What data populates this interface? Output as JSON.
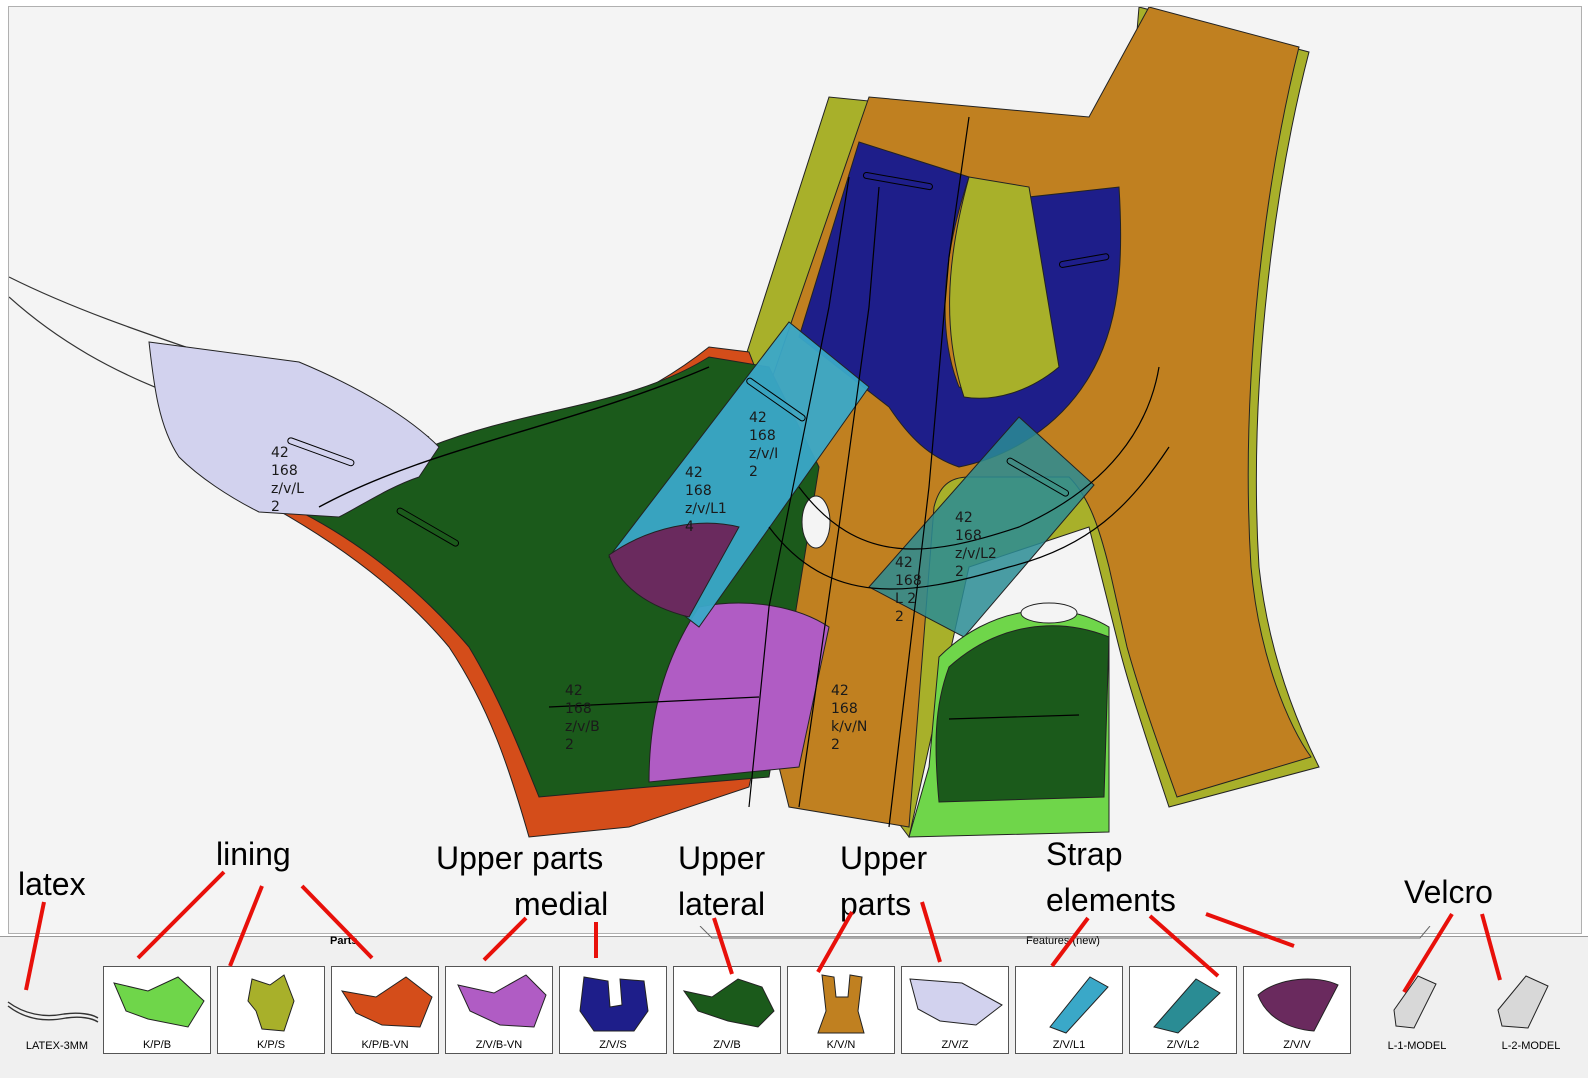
{
  "annotations": {
    "latex": "latex",
    "lining": "lining",
    "upper_parts_medial_1": "Upper parts",
    "upper_parts_medial_2": "medial",
    "upper_lateral_1": "Upper",
    "upper_lateral_2": "lateral",
    "upper_parts_1": "Upper",
    "upper_parts_2": "parts",
    "strap_1": "Strap",
    "strap_2": "elements",
    "velcro": "Velcro"
  },
  "tabs": {
    "parts": "Parts",
    "features": "Features (new)"
  },
  "parts": [
    {
      "label": "LATEX-3MM",
      "color": "#ffffff"
    },
    {
      "label": "K/P/B",
      "color": "#6fd64a"
    },
    {
      "label": "K/P/S",
      "color": "#a8b02a"
    },
    {
      "label": "K/P/B-VN",
      "color": "#d44d1a"
    },
    {
      "label": "Z/V/B-VN",
      "color": "#b05cc4"
    },
    {
      "label": "Z/V/S",
      "color": "#1e1e8a"
    },
    {
      "label": "Z/V/B",
      "color": "#1b5a1b"
    },
    {
      "label": "K/V/N",
      "color": "#c08020"
    },
    {
      "label": "Z/V/Z",
      "color": "#d2d2ee"
    },
    {
      "label": "Z/V/L1",
      "color": "#3aa8c8"
    },
    {
      "label": "Z/V/L2",
      "color": "#2a8c94"
    },
    {
      "label": "Z/V/V",
      "color": "#6a2a5e"
    },
    {
      "label": "L-1-MODEL",
      "color": "#d8d8d8"
    },
    {
      "label": "L-2-MODEL",
      "color": "#d8d8d8"
    }
  ],
  "piece_text": {
    "z_v_l": [
      "42",
      "168",
      "z/v/L",
      "2"
    ],
    "z_v_l1": [
      "42",
      "168",
      "z/v/L1",
      "4"
    ],
    "z_v_i": [
      "42",
      "168",
      "z/v/I",
      "2"
    ],
    "z_v_l2": [
      "42",
      "168",
      "z/v/L2",
      "2"
    ],
    "l_2": [
      "42",
      "168",
      "L 2",
      "2"
    ],
    "k_v_n": [
      "42",
      "168",
      "k/v/N",
      "2"
    ],
    "z_v_b": [
      "42",
      "168",
      "z/v/B",
      "2"
    ]
  }
}
